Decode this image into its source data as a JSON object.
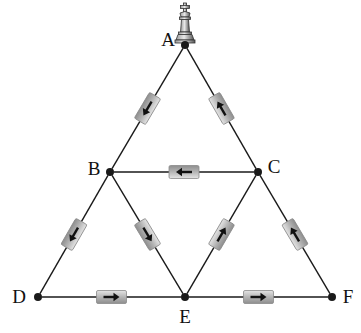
{
  "diagram": {
    "nodes": [
      {
        "text": [
          "A"
        ]
      },
      {
        "text": [
          "B"
        ]
      },
      {
        "text": [
          "C"
        ]
      },
      {
        "text": [
          "D"
        ]
      },
      {
        "text": [
          "E"
        ]
      },
      {
        "text": [
          "F"
        ]
      }
    ],
    "edges": [
      {
        "from": 0,
        "to": 1,
        "arrow": "to"
      },
      {
        "from": 2,
        "to": 0,
        "arrow": "to"
      },
      {
        "from": 2,
        "to": 1,
        "arrow": "to"
      },
      {
        "from": 1,
        "to": 3,
        "arrow": "to"
      },
      {
        "from": 1,
        "to": 4,
        "arrow": "to"
      },
      {
        "from": 4,
        "to": 2,
        "arrow": "to"
      },
      {
        "from": 5,
        "to": 2,
        "arrow": "to"
      },
      {
        "from": 3,
        "to": 4,
        "arrow": "to"
      },
      {
        "from": 4,
        "to": 5,
        "arrow": "to"
      }
    ]
  }
}
